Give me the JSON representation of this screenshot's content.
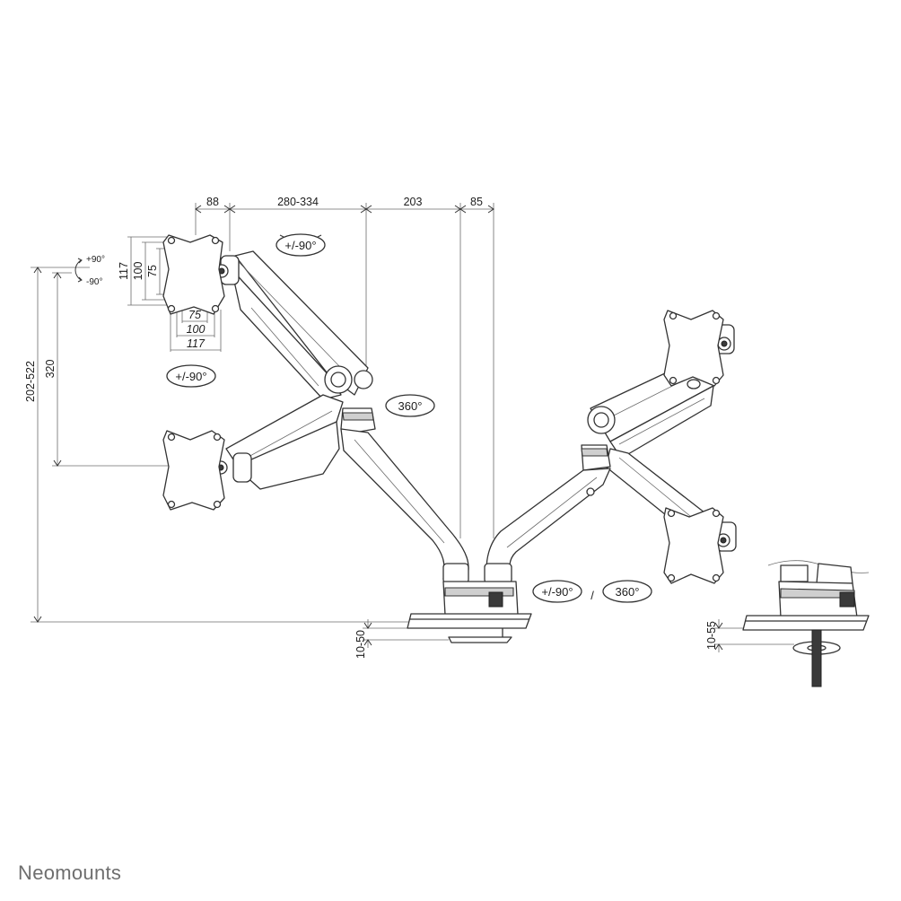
{
  "brand": "Neomounts",
  "dimensions": {
    "d88": "88",
    "d280_334": "280-334",
    "d203": "203",
    "d85": "85",
    "d117v": "117",
    "d100v": "100",
    "d75v": "75",
    "d75h": "75",
    "d100h": "100",
    "d117h": "117",
    "d320": "320",
    "d202_522": "202-522",
    "d10_50": "10-50",
    "d10_55": "10-55"
  },
  "rotations": {
    "tilt_top": "+/-90°",
    "tilt_mid": "+/-90°",
    "swivel_arm": "360°",
    "tilt_base": "+/-90°",
    "swivel_base": "360°",
    "plus90": "+90°",
    "minus90": "-90°",
    "separator": "/"
  }
}
